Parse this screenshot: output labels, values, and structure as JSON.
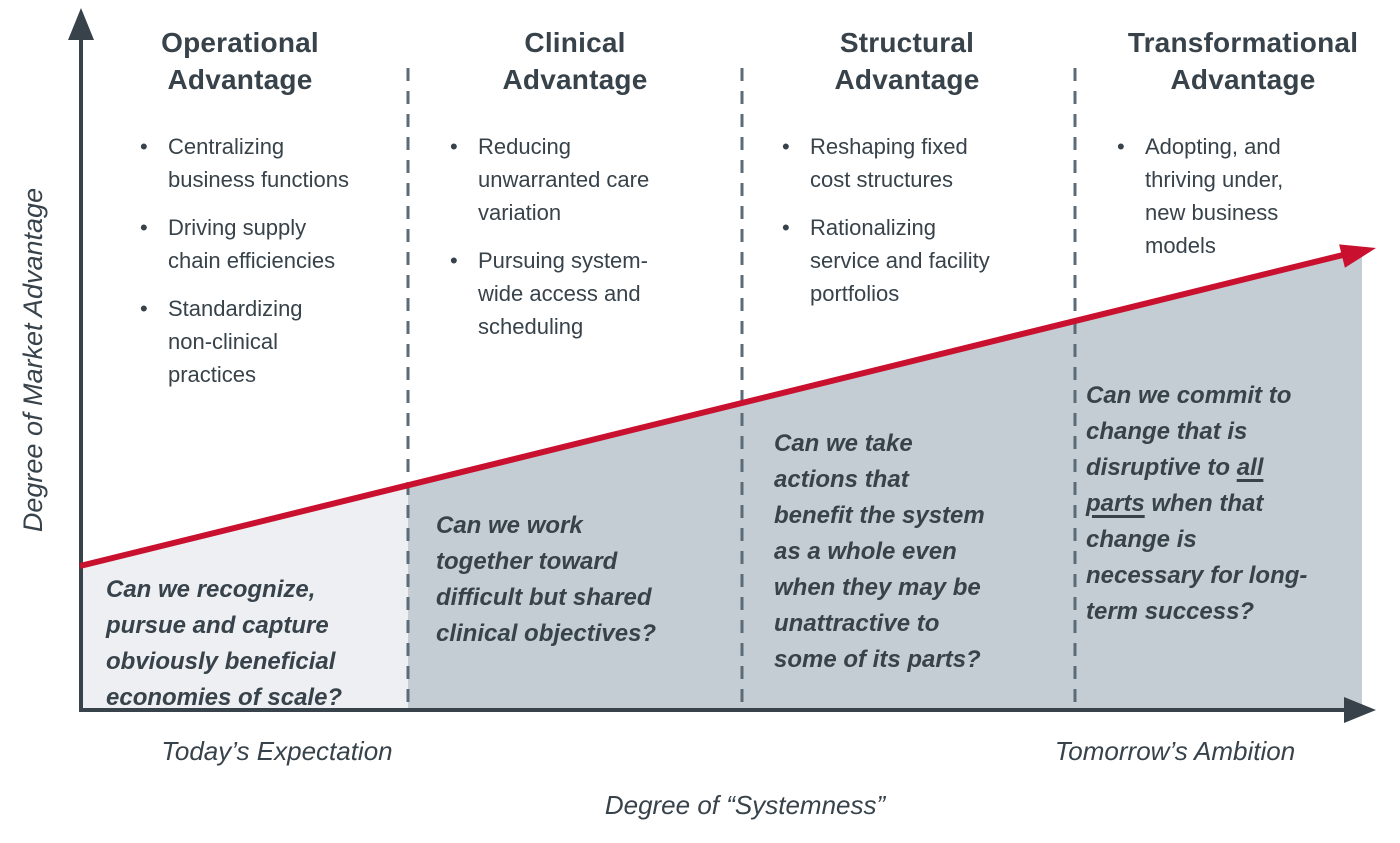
{
  "diagram": {
    "y_axis_label": "Degree of Market Advantage",
    "x_axis_label": "Degree of “Systemness”",
    "x_axis_left_label": "Today’s Expectation",
    "x_axis_right_label": "Tomorrow’s Ambition",
    "bullet_char": "•",
    "colors": {
      "text": "#37424A",
      "axis": "#37424A",
      "divider": "#5B6B77",
      "trend_line": "#C9112F",
      "area_light": "#EDEFF2",
      "area_medium": "#C4CDD3"
    },
    "columns": [
      {
        "title": [
          "Operational",
          "Advantage"
        ],
        "bullets": [
          [
            "Centralizing",
            "business functions"
          ],
          [
            "Driving supply",
            "chain efficiencies"
          ],
          [
            "Standardizing",
            "non-clinical",
            "practices"
          ]
        ],
        "question": [
          "Can we recognize,",
          "pursue and capture",
          "obviously beneficial",
          "economies of scale?"
        ]
      },
      {
        "title": [
          "Clinical",
          "Advantage"
        ],
        "bullets": [
          [
            "Reducing",
            "unwarranted care",
            "variation"
          ],
          [
            "Pursuing system-",
            "wide access and",
            "scheduling"
          ]
        ],
        "question": [
          "Can we work",
          "together toward",
          "difficult but shared",
          "clinical objectives?"
        ]
      },
      {
        "title": [
          "Structural",
          "Advantage"
        ],
        "bullets": [
          [
            "Reshaping fixed",
            "cost structures"
          ],
          [
            "Rationalizing",
            "service and facility",
            "portfolios"
          ]
        ],
        "question": [
          "Can we take",
          "actions that",
          "benefit the system",
          "as a whole even",
          "when they may be",
          "unattractive to",
          "some of its parts?"
        ]
      },
      {
        "title": [
          "Transformational",
          "Advantage"
        ],
        "bullets": [
          [
            "Adopting, and",
            "thriving under,",
            "new business",
            "models"
          ]
        ],
        "question": [
          "Can we commit to",
          "change that is",
          [
            "disruptive to ",
            {
              "u": "all"
            }
          ],
          [
            {
              "u": "parts"
            },
            " when that"
          ],
          "change is",
          "necessary for long-",
          "term success?"
        ]
      }
    ]
  }
}
